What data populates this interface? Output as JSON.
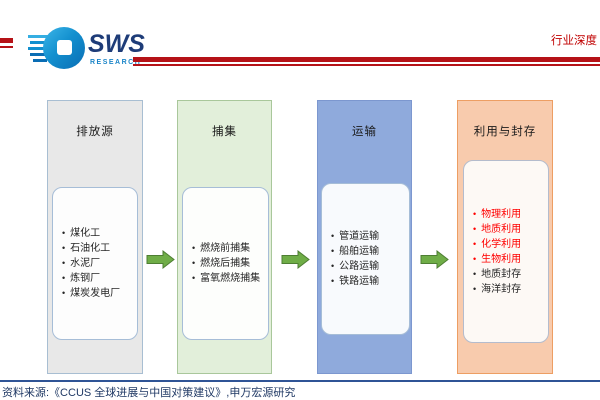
{
  "palette": {
    "accent_red": "#b51217",
    "rule_blue": "#2f5496",
    "doc_type_red": "#c00000",
    "arrow_fill": "#6fad47",
    "arrow_stroke": "#4e7e33",
    "footer_text": "#1f3864"
  },
  "header": {
    "logo_text": "SWS",
    "logo_subtext": "RESEARCH",
    "doc_type": "行业深度"
  },
  "flow": {
    "columns": [
      {
        "title": "排放源",
        "fill": "#e8e8e8",
        "border": "#a8bed2",
        "inner_fill": "#fdfdfd",
        "inner_border": "#a6bdd7",
        "items": [
          {
            "label": "煤化工",
            "color": "#262626"
          },
          {
            "label": "石油化工",
            "color": "#262626"
          },
          {
            "label": "水泥厂",
            "color": "#262626"
          },
          {
            "label": "炼钢厂",
            "color": "#262626"
          },
          {
            "label": "煤炭发电厂",
            "color": "#262626"
          }
        ]
      },
      {
        "title": "捕集",
        "fill": "#e2efda",
        "border": "#a9c79b",
        "inner_fill": "#fdfefc",
        "inner_border": "#a6bdd7",
        "items": [
          {
            "label": "燃烧前捕集",
            "color": "#262626"
          },
          {
            "label": "燃烧后捕集",
            "color": "#262626"
          },
          {
            "label": "富氧燃烧捕集",
            "color": "#262626"
          }
        ]
      },
      {
        "title": "运输",
        "fill": "#8faadc",
        "border": "#7c97cf",
        "inner_fill": "#f8fafd",
        "inner_border": "#a6bdd7",
        "items": [
          {
            "label": "管道运输",
            "color": "#262626"
          },
          {
            "label": "船舶运输",
            "color": "#262626"
          },
          {
            "label": "公路运输",
            "color": "#262626"
          },
          {
            "label": "铁路运输",
            "color": "#262626"
          }
        ]
      },
      {
        "title": "利用与封存",
        "fill": "#f8cbad",
        "border": "#ed9e63",
        "inner_fill": "#fdf9f5",
        "inner_border": "#b4bccd",
        "items": [
          {
            "label": "物理利用",
            "color": "#ff0000"
          },
          {
            "label": "地质利用",
            "color": "#ff0000"
          },
          {
            "label": "化学利用",
            "color": "#ff0000"
          },
          {
            "label": "生物利用",
            "color": "#ff0000"
          },
          {
            "label": "地质封存",
            "color": "#262626"
          },
          {
            "label": "海洋封存",
            "color": "#262626"
          }
        ]
      }
    ]
  },
  "footer": {
    "source": "资料来源:《CCUS 全球进展与中国对策建议》,申万宏源研究"
  }
}
